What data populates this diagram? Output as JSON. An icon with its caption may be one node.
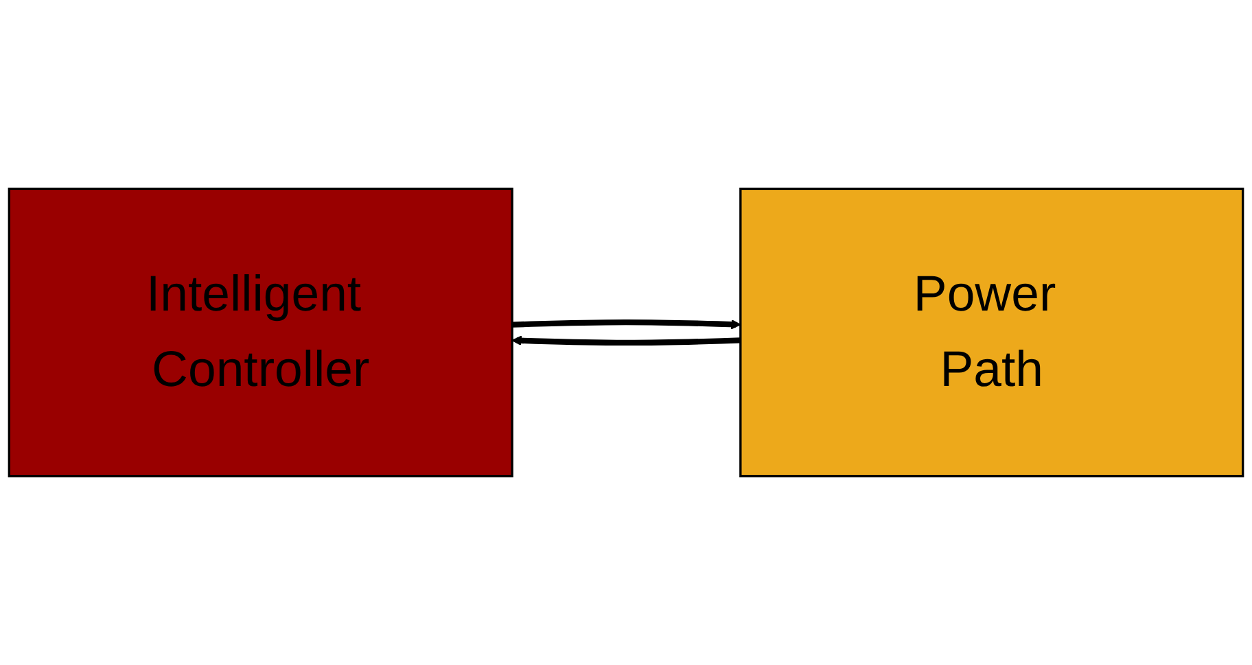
{
  "diagram": {
    "nodes": [
      {
        "text": [
          "Intelligent Controller"
        ]
      },
      {
        "text": [
          "Power Path"
        ]
      }
    ],
    "edges": [
      {
        "from": 0,
        "to": 1,
        "arrow": "to"
      },
      {
        "from": 1,
        "to": 0,
        "arrow": "to"
      }
    ]
  }
}
